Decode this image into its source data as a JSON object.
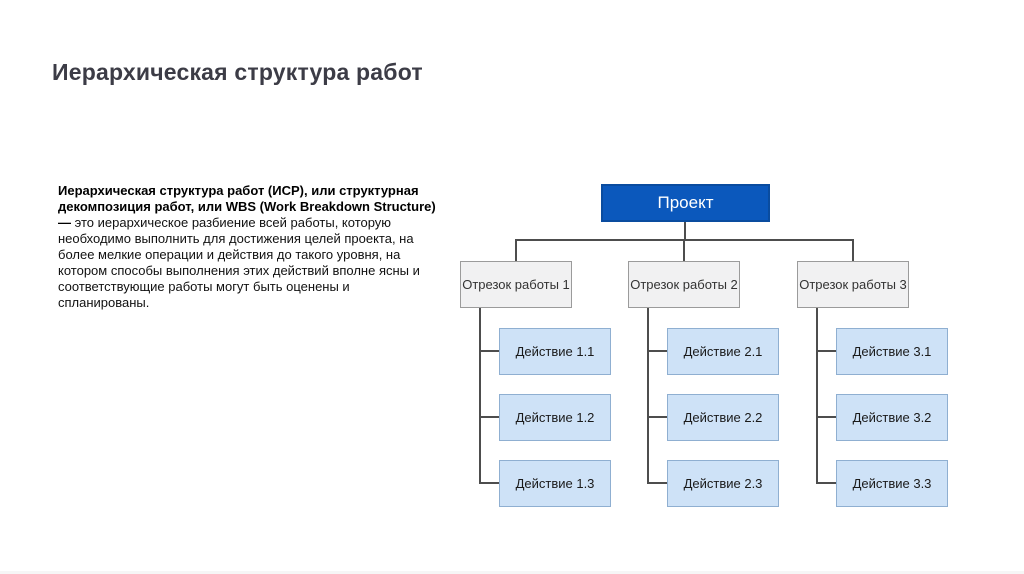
{
  "slide": {
    "title": "Иерархическая структура работ",
    "description": {
      "bold": "Иерархическая структура работ (ИСР), или структурная декомпозиция работ, или WBS (Work Breakdown Structure) — ",
      "regular": "это иерархическое разбиение всей работы, которую необходимо выполнить для достижения целей проекта, на более мелкие операции и действия до такого уровня, на котором способы выполнения этих действий вполне ясны и соответствующие работы могут быть оценены и спланированы."
    }
  },
  "diagram": {
    "root": {
      "label": "Проект"
    },
    "branches": [
      {
        "label": "Отрезок работы 1",
        "children": [
          {
            "label": "Действие 1.1"
          },
          {
            "label": "Действие 1.2"
          },
          {
            "label": "Действие 1.3"
          }
        ]
      },
      {
        "label": "Отрезок работы 2",
        "children": [
          {
            "label": "Действие 2.1"
          },
          {
            "label": "Действие 2.2"
          },
          {
            "label": "Действие 2.3"
          }
        ]
      },
      {
        "label": "Отрезок работы 3",
        "children": [
          {
            "label": "Действие 3.1"
          },
          {
            "label": "Действие 3.2"
          },
          {
            "label": "Действие 3.3"
          }
        ]
      }
    ]
  },
  "colors": {
    "title_text": "#3c3c46",
    "root_fill": "#0b58bc",
    "root_border": "#0a4c9f",
    "root_text": "#ffffff",
    "branch_fill": "#f1f1f2",
    "branch_border": "#9b9b9b",
    "child_fill": "#cee2f7",
    "child_border": "#8fafd1",
    "connector": "#4d4d4d"
  }
}
